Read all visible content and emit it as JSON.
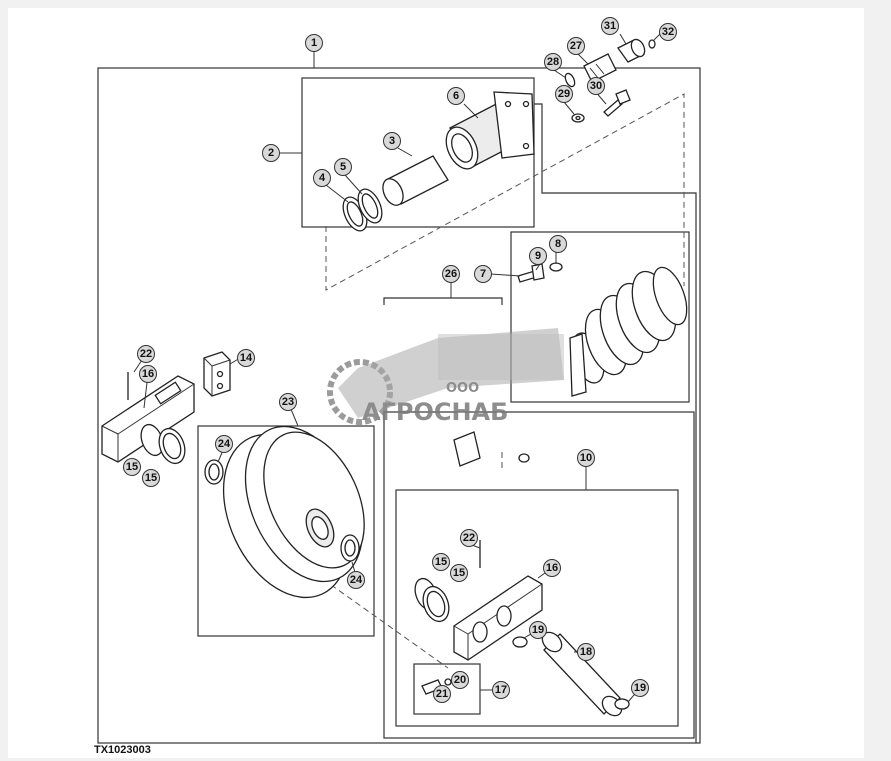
{
  "figure_id": "TX1023003",
  "watermark": {
    "company_prefix": "ООО",
    "company_name": "АГРОСНАБ"
  },
  "callouts": [
    "1",
    "2",
    "3",
    "4",
    "5",
    "6",
    "7",
    "8",
    "9",
    "10",
    "14",
    "15",
    "15",
    "15",
    "15",
    "16",
    "16",
    "17",
    "18",
    "19",
    "19",
    "20",
    "21",
    "22",
    "22",
    "23",
    "24",
    "24",
    "26",
    "27",
    "28",
    "29",
    "30",
    "31",
    "32"
  ]
}
